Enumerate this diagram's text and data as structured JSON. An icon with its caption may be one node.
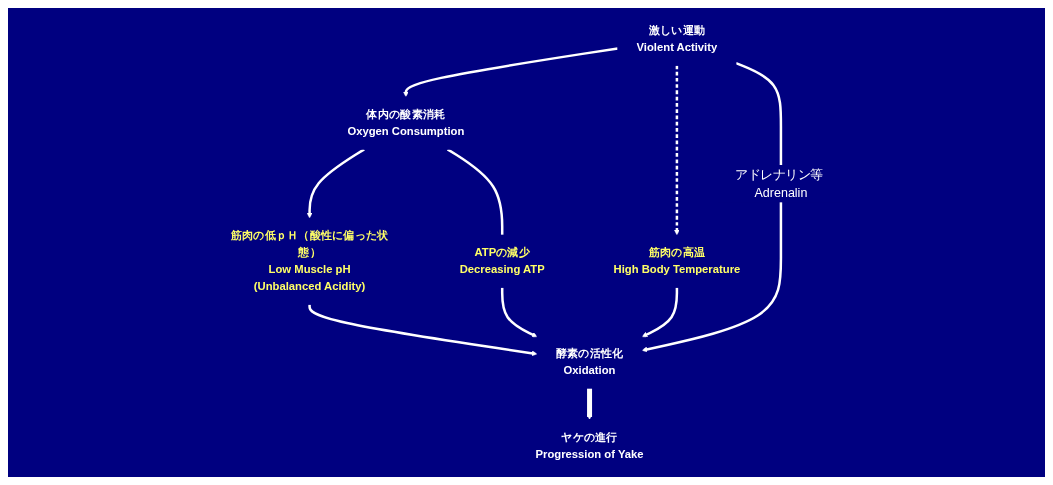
{
  "diagram": {
    "nodes": [
      {
        "text": [
          "激しい運動",
          "Violent Activity"
        ]
      },
      {
        "text": [
          "体内の酸素消耗",
          "Oxygen Consumption"
        ]
      },
      {
        "text": [
          "筋肉の低ｐＨ（酸性に偏った状態）",
          "Low Muscle pH",
          "(Unbalanced Acidity)"
        ]
      },
      {
        "text": [
          "ATPの減少",
          "Decreasing ATP"
        ]
      },
      {
        "text": [
          "筋肉の高温",
          "High Body Temperature"
        ]
      },
      {
        "text": [
          "酵素の活性化",
          "Oxidation"
        ]
      },
      {
        "text": [
          "ヤケの進行",
          "Progression of Yake"
        ]
      }
    ],
    "edges": [
      {
        "from": 0,
        "to": 1,
        "arrow": "to"
      },
      {
        "from": 1,
        "to": 2,
        "arrow": "to"
      },
      {
        "from": 0,
        "to": 4,
        "arrow": "to",
        "style": "dashed"
      },
      {
        "from": 0,
        "to": 5,
        "arrow": "to",
        "label": "アドレナリン等 Adrenalin"
      },
      {
        "from": 1,
        "to": 3,
        "arrow": "none"
      },
      {
        "from": 3,
        "to": 5,
        "arrow": "to"
      },
      {
        "from": 4,
        "to": 5,
        "arrow": "to"
      },
      {
        "from": 2,
        "to": 5,
        "arrow": "to"
      },
      {
        "from": 5,
        "to": 6,
        "arrow": "to",
        "style": "thick"
      }
    ]
  }
}
